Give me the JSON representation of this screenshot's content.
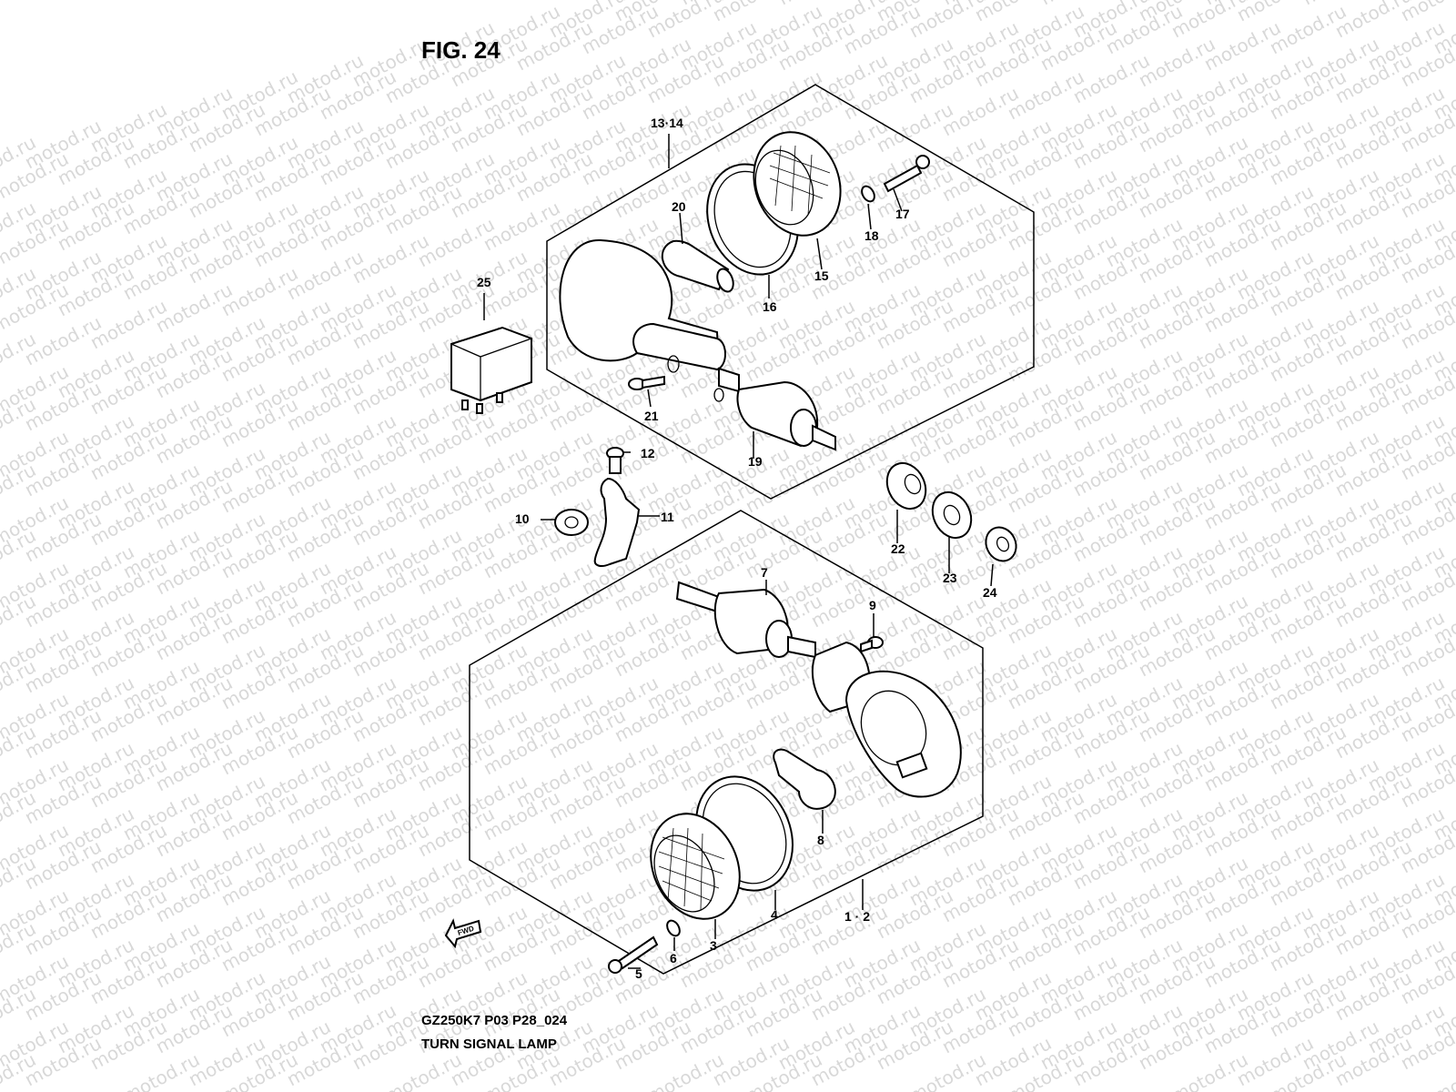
{
  "figure": {
    "title": "FIG. 24",
    "code": "GZ250K7 P03 P28_024",
    "name": "TURN SIGNAL LAMP"
  },
  "watermark": {
    "text": "motod.ru"
  },
  "fwd_label": "FWD",
  "callouts": {
    "c13_14": "13·14",
    "c20": "20",
    "c25": "25",
    "c16": "16",
    "c15": "15",
    "c18": "18",
    "c17": "17",
    "c21": "21",
    "c19": "19",
    "c12": "12",
    "c10": "10",
    "c11": "11",
    "c22": "22",
    "c23": "23",
    "c24": "24",
    "c7": "7",
    "c9": "9",
    "c8": "8",
    "c4": "4",
    "c1_2": "1 · 2",
    "c3": "3",
    "c6": "6",
    "c5": "5"
  }
}
